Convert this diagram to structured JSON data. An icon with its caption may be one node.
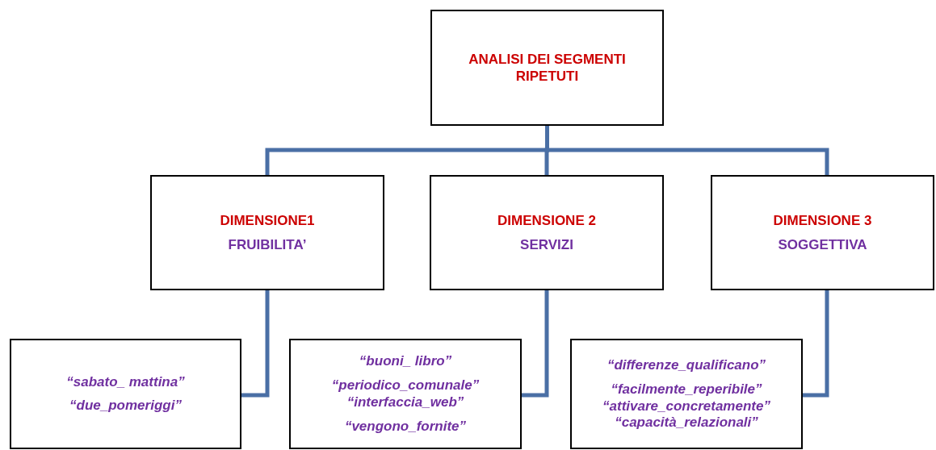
{
  "diagram": {
    "nodes": [
      {
        "text": [
          "ANALISI DEI SEGMENTI RIPETUTI"
        ]
      },
      {
        "text": [
          "DIMENSIONE1",
          "FRUIBILITA’"
        ]
      },
      {
        "text": [
          "DIMENSIONE 2",
          "SERVIZI"
        ]
      },
      {
        "text": [
          "DIMENSIONE 3",
          "SOGGETTIVA"
        ]
      },
      {
        "text": [
          "“sabato_ mattina”",
          "“due_pomeriggi”"
        ]
      },
      {
        "text": [
          "“buoni_ libro”",
          "“periodico_comunale”",
          "“interfaccia_web”",
          "“vengono_fornite”"
        ]
      },
      {
        "text": [
          "“differenze_qualificano”",
          "“facilmente_reperibile”",
          "“attivare_concretamente”",
          "“capacità_relazionali”"
        ]
      }
    ],
    "edges": [
      {
        "from": 0,
        "to": 1,
        "arrow": "none"
      },
      {
        "from": 0,
        "to": 2,
        "arrow": "none"
      },
      {
        "from": 0,
        "to": 3,
        "arrow": "none"
      },
      {
        "from": 1,
        "to": 4,
        "arrow": "none"
      },
      {
        "from": 2,
        "to": 5,
        "arrow": "none"
      },
      {
        "from": 3,
        "to": 6,
        "arrow": "none"
      }
    ]
  }
}
